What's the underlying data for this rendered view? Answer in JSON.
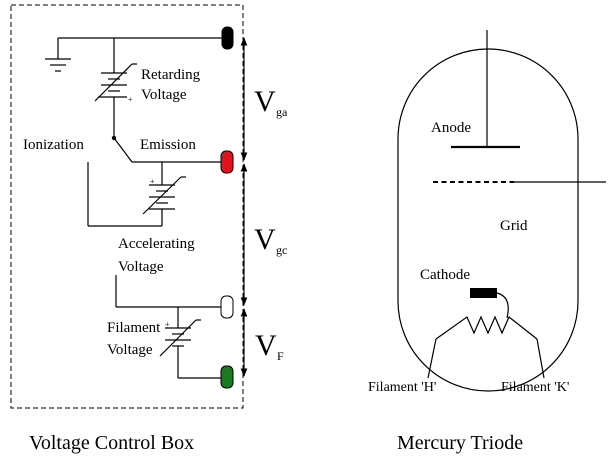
{
  "control_box": {
    "caption": "Voltage Control Box",
    "retarding_label_1": "Retarding",
    "retarding_label_2": "Voltage",
    "ionization": "Ionization",
    "emission": "Emission",
    "accelerating_label_1": "Accelerating",
    "accelerating_label_2": "Voltage",
    "filament_label_1": "Filament",
    "filament_label_2": "Voltage",
    "plus_sign": "+",
    "terminal_colors": {
      "top": "#000000",
      "red": "#e0141e",
      "white": "#ffffff",
      "green": "#1a7a20"
    }
  },
  "voltages": {
    "vga_main": "V",
    "vga_sub": "ga",
    "vgc_main": "V",
    "vgc_sub": "gc",
    "vf_main": "V",
    "vf_sub": "F"
  },
  "triode": {
    "caption": "Mercury Triode",
    "anode": "Anode",
    "grid": "Grid",
    "cathode": "Cathode",
    "filament_h": "Filament 'H'",
    "filament_k": "Filament 'K'"
  }
}
